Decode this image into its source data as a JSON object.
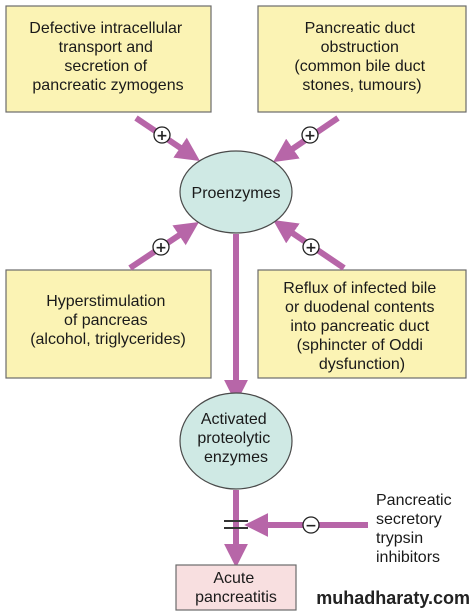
{
  "colors": {
    "box_fill": "#fbf3b4",
    "box_stroke": "#6b6b6b",
    "ellipse_fill": "#cfe9e4",
    "ellipse_stroke": "#4a4a4a",
    "arrow": "#b766a8",
    "outcome_fill": "#f8dfe0"
  },
  "boxes": {
    "top_left": {
      "lines": [
        "Defective intracellular",
        "transport and",
        "secretion of",
        "pancreatic zymogens"
      ]
    },
    "top_right": {
      "lines": [
        "Pancreatic duct",
        "obstruction",
        "(common bile duct",
        "stones, tumours)"
      ]
    },
    "mid_left": {
      "lines": [
        "Hyperstimulation",
        "of pancreas",
        "(alcohol, triglycerides)"
      ]
    },
    "mid_right": {
      "lines": [
        "Reflux of infected bile",
        "or duodenal contents",
        "into pancreatic duct",
        "(sphincter of Oddi",
        "dysfunction)"
      ]
    }
  },
  "nodes": {
    "proenzymes": {
      "label": "Proenzymes"
    },
    "activated": {
      "lines": [
        "Activated",
        "proteolytic",
        "enzymes"
      ]
    }
  },
  "outcome": {
    "lines": [
      "Acute",
      "pancreatitis"
    ]
  },
  "inhibitor": {
    "lines": [
      "Pancreatic",
      "secretory",
      "trypsin",
      "inhibitors"
    ]
  },
  "signs": {
    "plus": "+",
    "minus": "−"
  },
  "watermark": "muhadharaty.com"
}
